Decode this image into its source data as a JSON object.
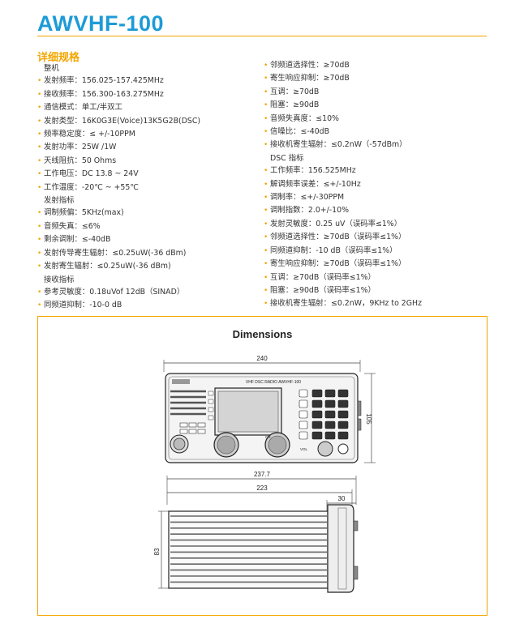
{
  "title": "AWVHF-100",
  "section_title": "详细规格",
  "left_specs": [
    {
      "text": "整机",
      "bullet": false
    },
    {
      "text": "发射频率：156.025-157.425MHz",
      "bullet": true
    },
    {
      "text": "接收频率：156.300-163.275MHz",
      "bullet": true
    },
    {
      "text": "通信模式：单工/半双工",
      "bullet": true
    },
    {
      "text": "发射类型：16K0G3E(Voice)13K5G2B(DSC)",
      "bullet": true
    },
    {
      "text": "频率稳定度：≤ +/-10PPM",
      "bullet": true
    },
    {
      "text": "发射功率：25W /1W",
      "bullet": true
    },
    {
      "text": "天线阻抗：50 Ohms",
      "bullet": true
    },
    {
      "text": "工作电压：DC 13.8 ~ 24V",
      "bullet": true
    },
    {
      "text": "工作温度：-20℃ ~ +55℃",
      "bullet": true
    },
    {
      "text": "发射指标",
      "bullet": false
    },
    {
      "text": "调制频偏：5KHz(max)",
      "bullet": true
    },
    {
      "text": "音频失真：≤6%",
      "bullet": true
    },
    {
      "text": "剩余调制：≤-40dB",
      "bullet": true
    },
    {
      "text": "发射传导寄生辐射：≤0.25uW(-36 dBm)",
      "bullet": true
    },
    {
      "text": "发射寄生辐射：≤0.25uW(-36 dBm)",
      "bullet": true
    },
    {
      "text": "接收指标",
      "bullet": false
    },
    {
      "text": "参考灵敏度：0.18uVof 12dB（SINAD）",
      "bullet": true
    },
    {
      "text": "同频道抑制：-10-0 dB",
      "bullet": true
    }
  ],
  "right_specs": [
    {
      "text": "邻频道选择性：≥70dB",
      "bullet": true
    },
    {
      "text": "寄生响应抑制：≥70dB",
      "bullet": true
    },
    {
      "text": "互调：≥70dB",
      "bullet": true
    },
    {
      "text": "阻塞：≥90dB",
      "bullet": true
    },
    {
      "text": "音频失真度：≤10%",
      "bullet": true
    },
    {
      "text": "信噪比：≤-40dB",
      "bullet": true
    },
    {
      "text": "接收机寄生辐射：≤0.2nW（-57dBm）",
      "bullet": true
    },
    {
      "text": "DSC 指标",
      "bullet": false
    },
    {
      "text": "工作频率：156.525MHz",
      "bullet": true
    },
    {
      "text": "解调频率误差：≤+/-10Hz",
      "bullet": true
    },
    {
      "text": "调制率：≤+/-30PPM",
      "bullet": true
    },
    {
      "text": "调制指数：2.0+/-10%",
      "bullet": true
    },
    {
      "text": "发射灵敏度：0.25 uV（误码率≤1%）",
      "bullet": true
    },
    {
      "text": "邻频道选择性：≥70dB（误码率≤1%）",
      "bullet": true
    },
    {
      "text": "同频道抑制：-10 dB（误码率≤1%）",
      "bullet": true
    },
    {
      "text": "寄生响应抑制：≥70dB（误码率≤1%）",
      "bullet": true
    },
    {
      "text": "互调：≥70dB（误码率≤1%）",
      "bullet": true
    },
    {
      "text": "阻塞：≥90dB（误码率≤1%）",
      "bullet": true
    },
    {
      "text": "接收机寄生辐射：≤0.2nW，9KHz to 2GHz",
      "bullet": true
    }
  ],
  "dimensions": {
    "title": "Dimensions",
    "front_width": "240",
    "front_height": "105",
    "device_label": "VHF DSC RADIO   AWVHF-100",
    "side_total": "237.7",
    "side_body": "223",
    "side_knob": "30",
    "side_height": "83"
  },
  "colors": {
    "title_blue": "#1d9bd7",
    "accent_orange": "#f3a600"
  }
}
